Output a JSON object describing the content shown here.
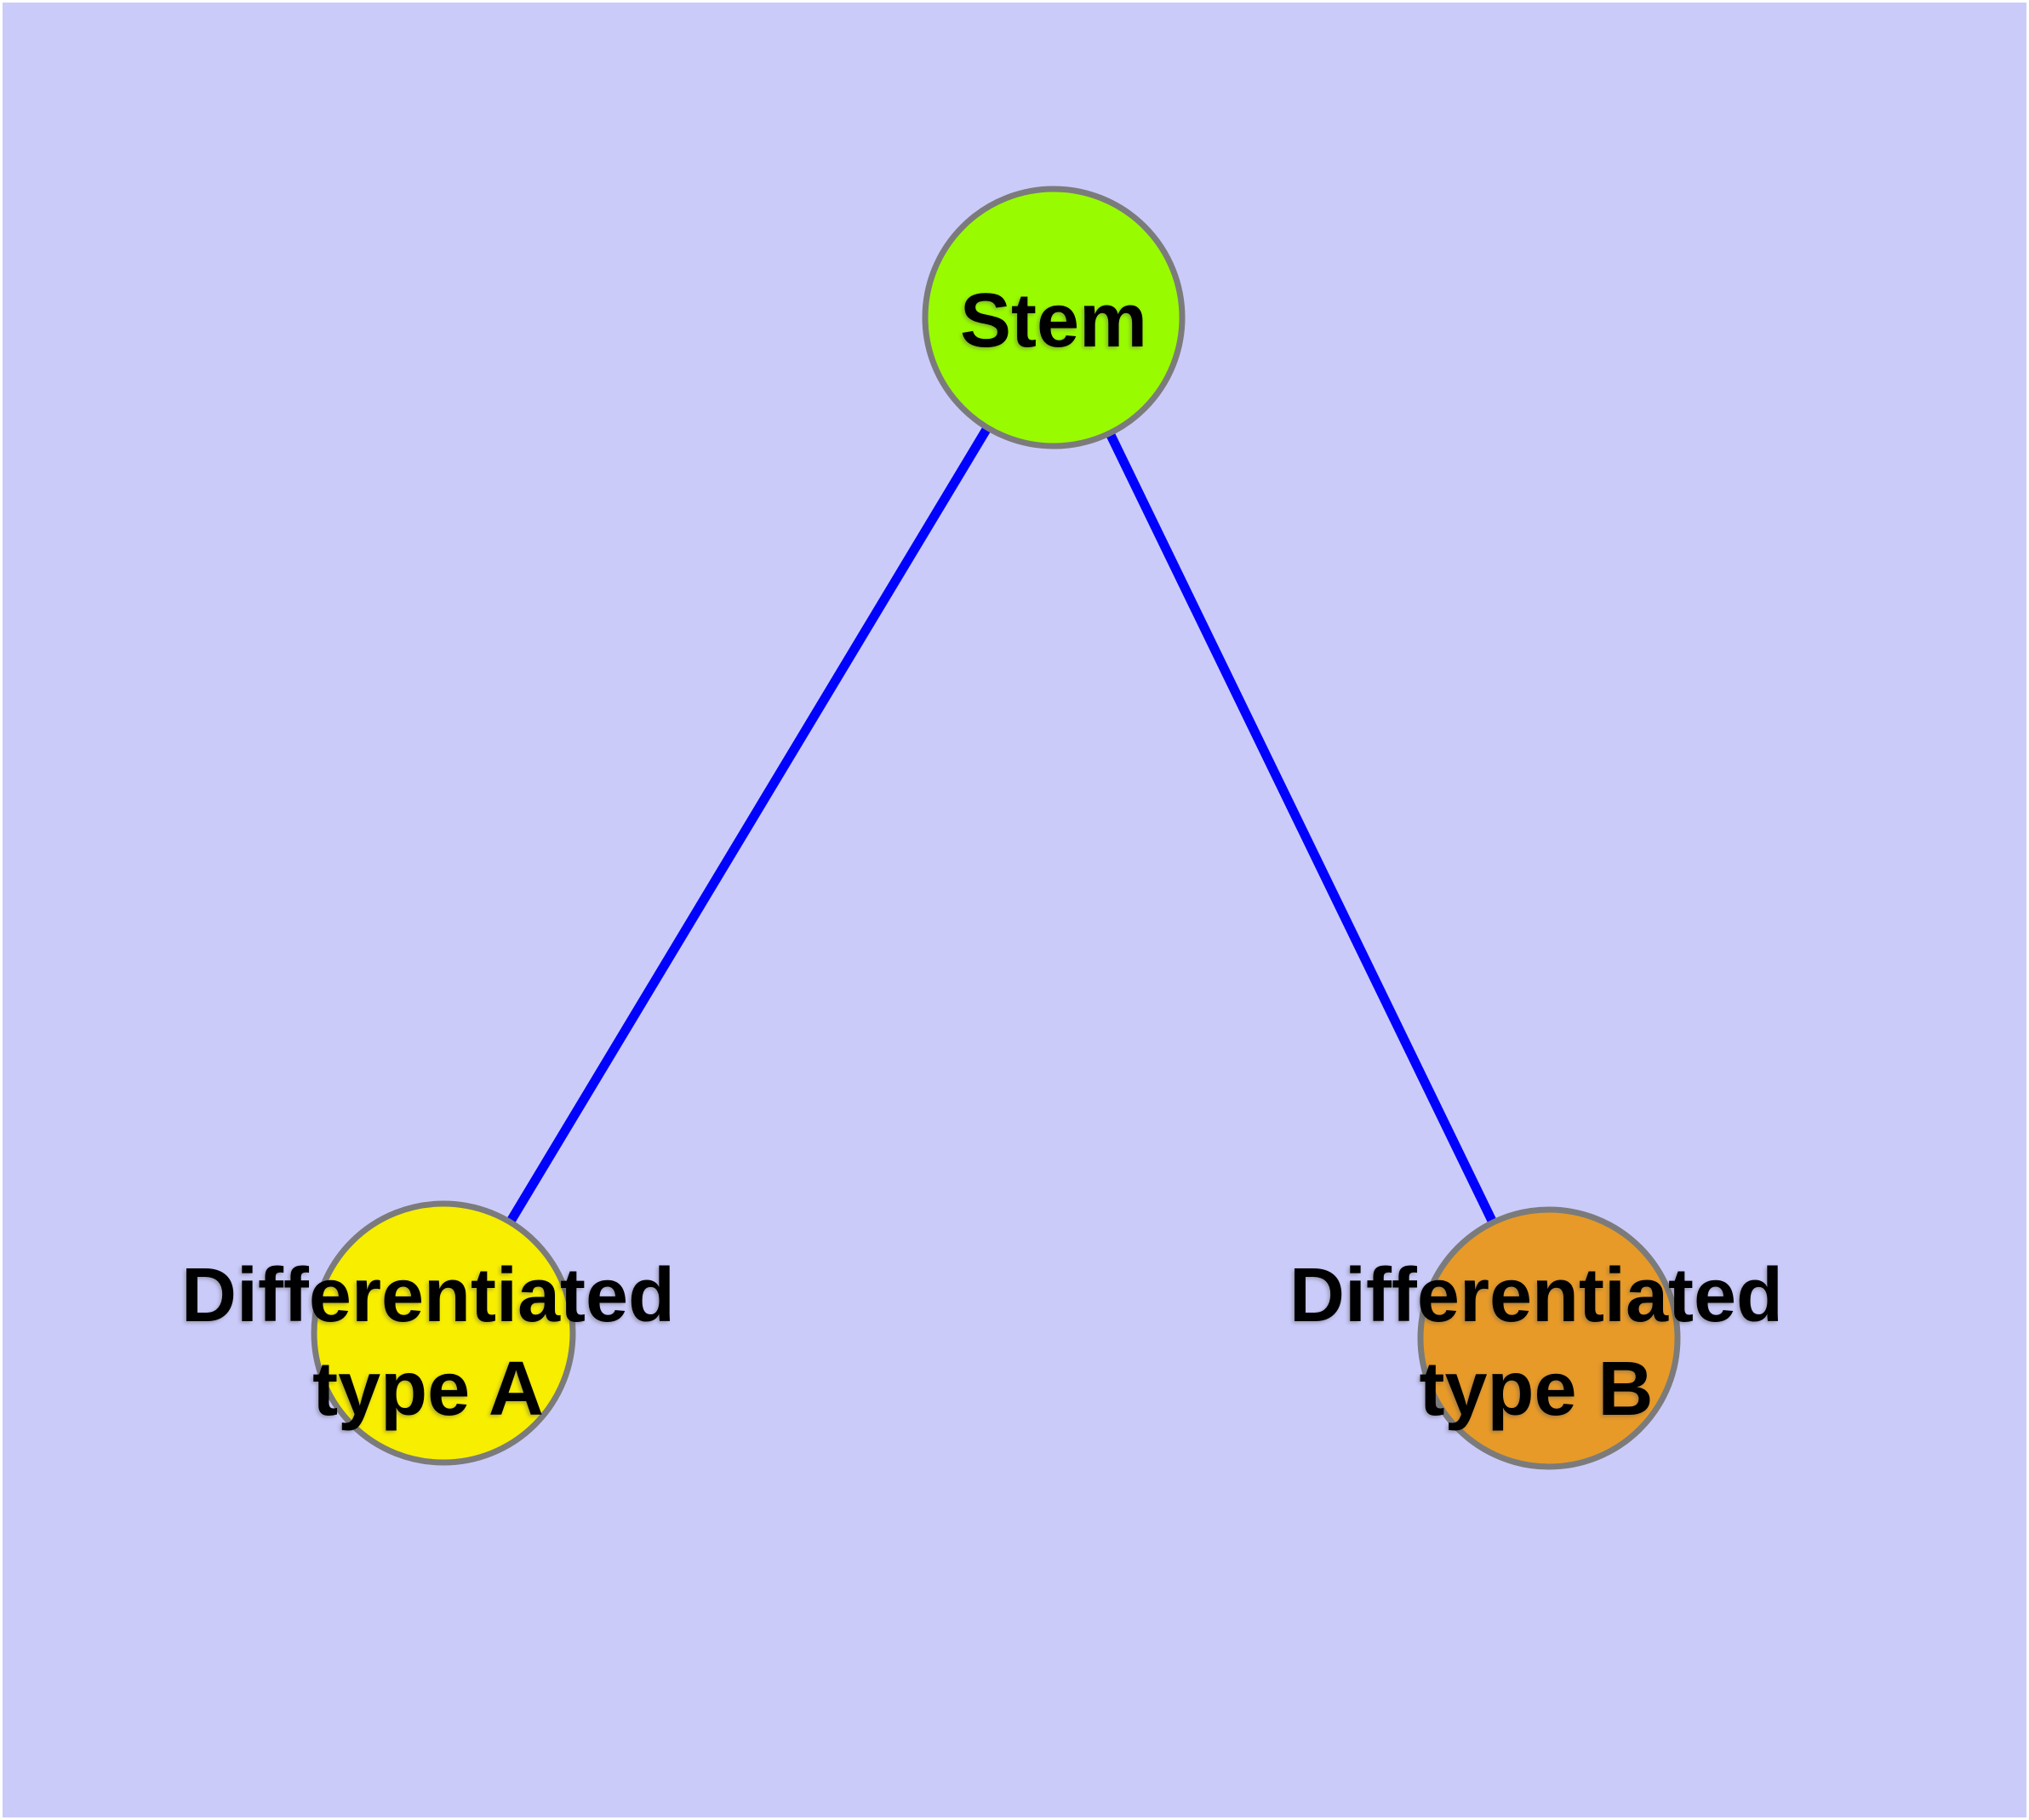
{
  "diagram": {
    "type": "network-graph",
    "background_color": "#cbcbfa",
    "edge_color": "#0101fe",
    "node_border_color": "#7b7b7b",
    "label_color": "#000000",
    "nodes": [
      {
        "id": "stem",
        "label": "Stem",
        "label_lines": [
          "Stem"
        ],
        "color": "#99fb00"
      },
      {
        "id": "differentiated-type-a",
        "label": "Differentiated type A",
        "label_lines": [
          "Differentiated",
          "type A"
        ],
        "color": "#f7ee00"
      },
      {
        "id": "differentiated-type-b",
        "label": "Differentiated type B",
        "label_lines": [
          "Differentiated",
          "type B"
        ],
        "color": "#e79a28"
      }
    ],
    "edges": [
      {
        "from": "Stem",
        "to": "Differentiated type A"
      },
      {
        "from": "Stem",
        "to": "Differentiated type B"
      }
    ]
  }
}
